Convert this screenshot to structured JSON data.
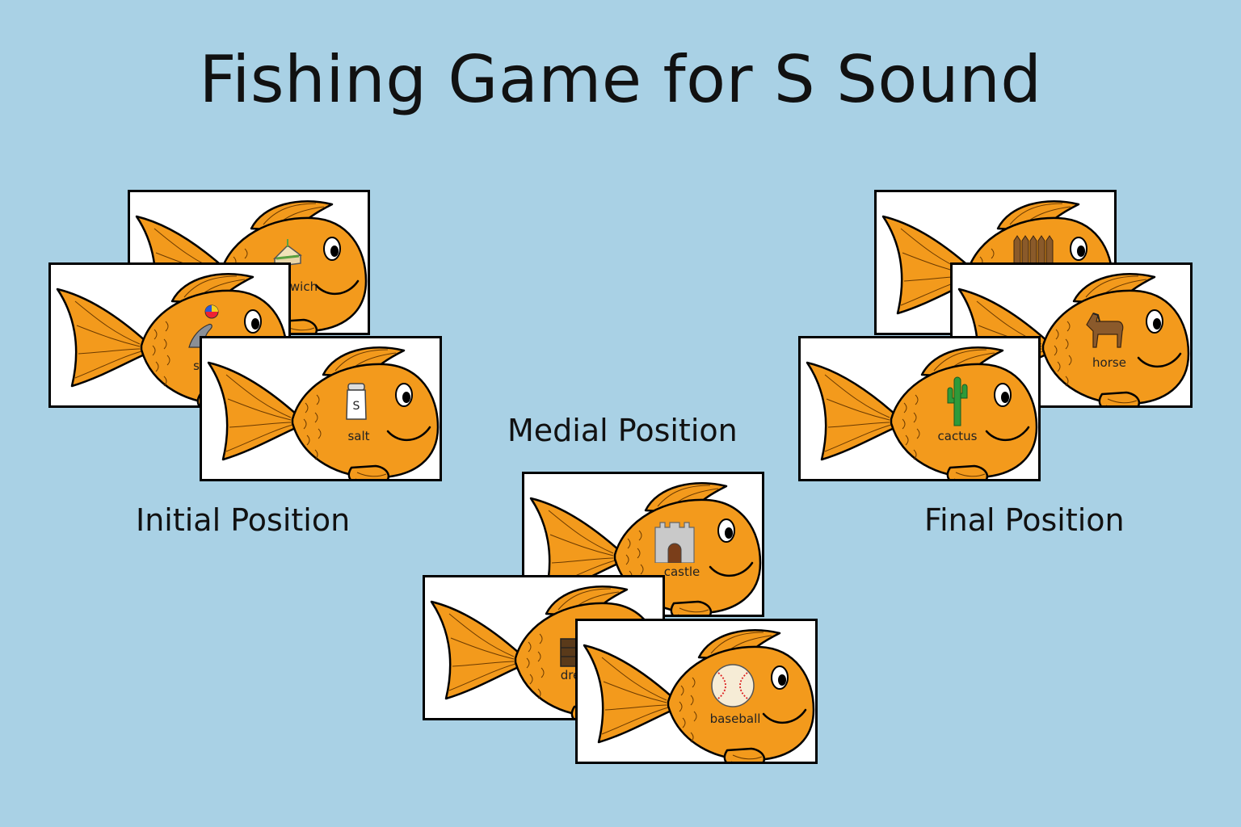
{
  "title": "Fishing Game for S Sound",
  "groups": {
    "initial": {
      "label": "Initial Position",
      "cards": [
        {
          "word": "wich",
          "picture": "sandwich-icon"
        },
        {
          "word": "s",
          "picture": "seal-with-ball-icon"
        },
        {
          "word": "salt",
          "picture": "salt-shaker-icon",
          "shaker_letter": "S"
        }
      ]
    },
    "medial": {
      "label": "Medial Position",
      "cards": [
        {
          "word": "castle",
          "picture": "castle-icon"
        },
        {
          "word": "dre",
          "picture": "dresser-icon"
        },
        {
          "word": "baseball",
          "picture": "baseball-icon"
        }
      ]
    },
    "final": {
      "label": "Final Position",
      "cards": [
        {
          "word": "",
          "picture": "fence-icon"
        },
        {
          "word": "horse",
          "picture": "horse-icon"
        },
        {
          "word": "cactus",
          "picture": "cactus-icon"
        }
      ]
    }
  },
  "colors": {
    "background": "#a9d1e5",
    "fish": "#f39a1c",
    "outline": "#000000"
  }
}
